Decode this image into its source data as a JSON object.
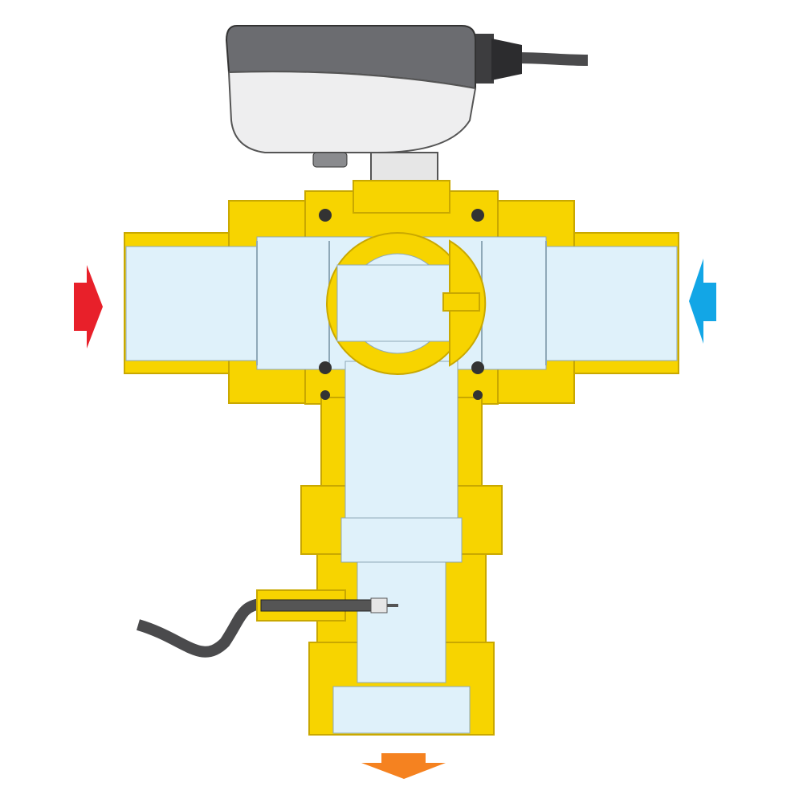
{
  "diagram": {
    "subject": "motorized-3-way-mixing-valve-cross-section",
    "parts": [
      "actuator",
      "cable-gland",
      "valve-body",
      "ball",
      "outlet",
      "temperature-sensor"
    ],
    "icons": {
      "hot_inlet": "arrow-right-icon",
      "cold_inlet": "arrow-left-icon",
      "mixed_outlet": "arrow-down-icon"
    },
    "colors": {
      "brass": "#f7d400",
      "brass_outline": "#c9a800",
      "water": "#dff1fa",
      "water_outline": "#8fa9b8",
      "actuator_dark": "#6b6c70",
      "actuator_light": "#eeeeef",
      "cable": "#4a4a4c",
      "hot_arrow": "#e8202a",
      "cold_arrow": "#12a6e6",
      "outlet_arrow": "#f58220"
    }
  }
}
